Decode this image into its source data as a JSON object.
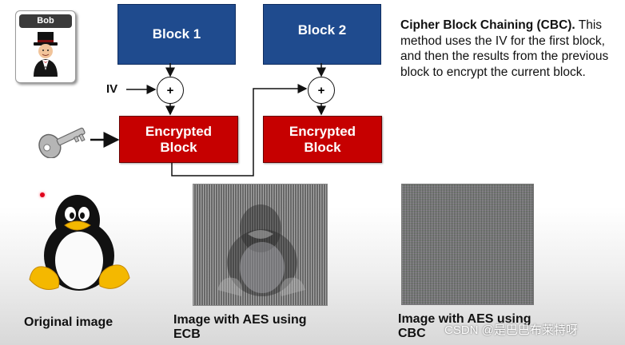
{
  "bob": {
    "name": "Bob"
  },
  "blocks": [
    {
      "plain_label": "Block 1",
      "encrypted_line1": "Encrypted",
      "encrypted_line2": "Block"
    },
    {
      "plain_label": "Block 2",
      "encrypted_line1": "Encrypted",
      "encrypted_line2": "Block"
    }
  ],
  "xor_symbol": "+",
  "iv_label": "IV",
  "description": {
    "title": "Cipher Block Chaining (CBC).",
    "body": " This method uses the IV for the first block, and then the results from the previous block to encrypt the current block."
  },
  "captions": {
    "original": "Original image",
    "ecb_line1": "Image with AES using",
    "ecb_line2": "ECB",
    "cbc_line1": "Image with AES using",
    "cbc_line2": "CBC"
  },
  "watermark": "CSDN @是巴巴布莱特呀",
  "colors": {
    "plain_block": "#1f4b8e",
    "encrypted_block": "#c60000"
  },
  "icons": [
    "bob-avatar-icon",
    "key-icon",
    "penguin-icon",
    "xor-icon"
  ]
}
